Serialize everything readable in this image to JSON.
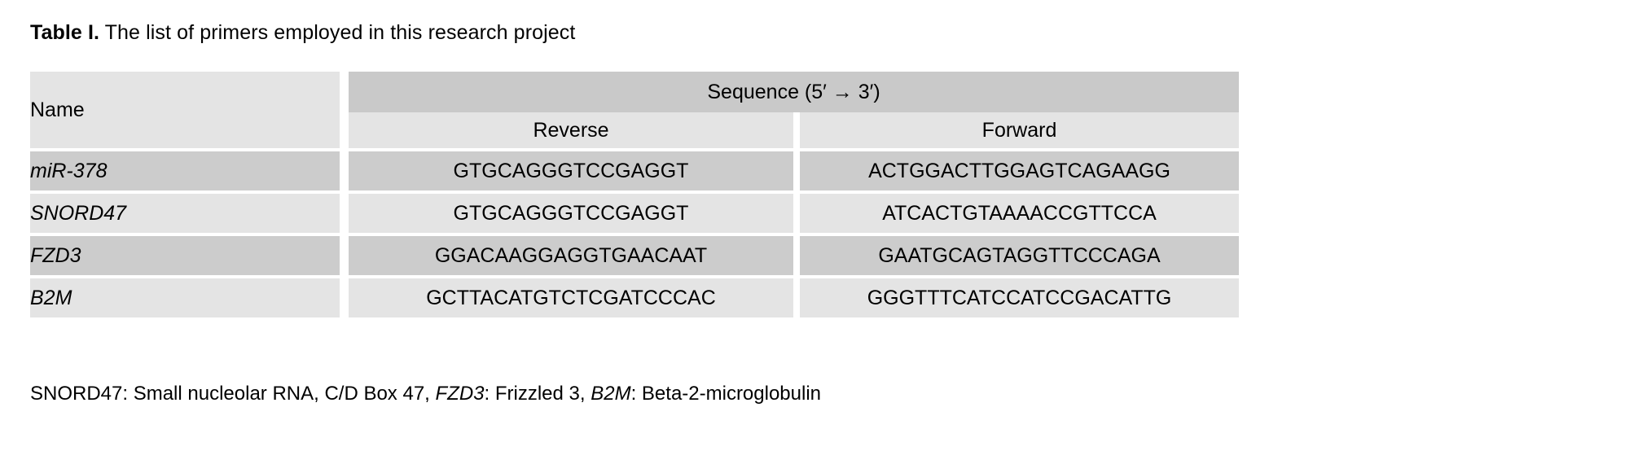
{
  "caption": {
    "lead": "Table I.",
    "text": " The list of primers employed in this research project"
  },
  "table": {
    "headers": {
      "name": "Name",
      "sequence_group": "Sequence (5′ → 3′)",
      "reverse": "Reverse",
      "forward": "Forward"
    },
    "rows": [
      {
        "name": "miR-378",
        "reverse": "GTGCAGGGTCCGAGGT",
        "forward": "ACTGGACTTGGAGTCAGAAGG"
      },
      {
        "name": "SNORD47",
        "reverse": "GTGCAGGGTCCGAGGT",
        "forward": "ATCACTGTAAAACCGTTCCA"
      },
      {
        "name": "FZD3",
        "reverse": "GGACAAGGAGGTGAACAAT",
        "forward": "GAATGCAGTAGGTTCCCAGA"
      },
      {
        "name": "B2M",
        "reverse": "GCTTACATGTCTCGATCCCAC",
        "forward": "GGGTTTCATCCATCCGACATTG"
      }
    ]
  },
  "footnote": {
    "part1": "SNORD47: Small nucleolar RNA, C/D Box 47, ",
    "gene1": "FZD3",
    "part2": ": Frizzled 3, ",
    "gene2": "B2M",
    "part3": ": Beta-2-microglobulin"
  },
  "colors": {
    "header_group_bg": "#c9c9c9",
    "header_sub_bg": "#e4e4e4",
    "row_dark_bg": "#cccccc",
    "row_light_bg": "#e4e4e4",
    "page_bg": "#ffffff",
    "text": "#000000"
  }
}
